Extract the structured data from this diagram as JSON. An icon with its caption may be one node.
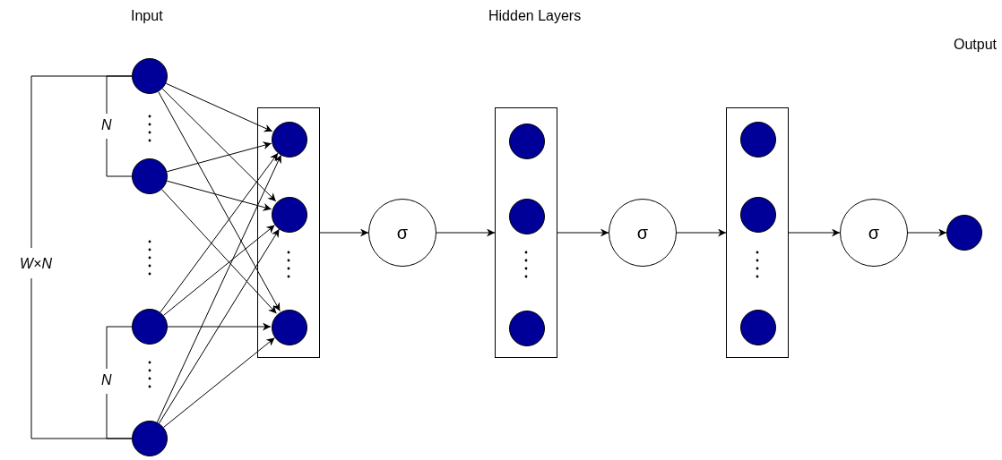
{
  "diagram": {
    "nodes": [
      {
        "text": [],
        "shape": "circle"
      },
      {
        "text": [],
        "shape": "circle"
      },
      {
        "text": [],
        "shape": "circle"
      },
      {
        "text": [],
        "shape": "circle"
      },
      {
        "text": [],
        "shape": "box"
      },
      {
        "text": [],
        "shape": "circle",
        "in": 4
      },
      {
        "text": [],
        "shape": "circle",
        "in": 4
      },
      {
        "text": [],
        "shape": "circle",
        "in": 4
      },
      {
        "text": [
          "σ"
        ]
      },
      {
        "text": [],
        "shape": "box"
      },
      {
        "text": [],
        "shape": "circle",
        "in": 9
      },
      {
        "text": [],
        "shape": "circle",
        "in": 9
      },
      {
        "text": [],
        "shape": "circle",
        "in": 9
      },
      {
        "text": [
          "σ"
        ]
      },
      {
        "text": [],
        "shape": "box"
      },
      {
        "text": [],
        "shape": "circle",
        "in": 14
      },
      {
        "text": [],
        "shape": "circle",
        "in": 14
      },
      {
        "text": [],
        "shape": "circle",
        "in": 14
      },
      {
        "text": [
          "σ"
        ]
      },
      {
        "text": [],
        "shape": "circle"
      }
    ],
    "edges": [
      {
        "from": 0,
        "to": 5,
        "arrow": "to"
      },
      {
        "from": 0,
        "to": 6,
        "arrow": "to"
      },
      {
        "from": 0,
        "to": 7,
        "arrow": "to"
      },
      {
        "from": 1,
        "to": 5,
        "arrow": "to"
      },
      {
        "from": 1,
        "to": 6,
        "arrow": "to"
      },
      {
        "from": 1,
        "to": 7,
        "arrow": "to"
      },
      {
        "from": 2,
        "to": 5,
        "arrow": "to"
      },
      {
        "from": 2,
        "to": 6,
        "arrow": "to"
      },
      {
        "from": 2,
        "to": 7,
        "arrow": "to"
      },
      {
        "from": 3,
        "to": 5,
        "arrow": "to"
      },
      {
        "from": 3,
        "to": 6,
        "arrow": "to"
      },
      {
        "from": 3,
        "to": 7,
        "arrow": "to"
      },
      {
        "from": 4,
        "to": 8,
        "arrow": "to"
      },
      {
        "from": 8,
        "to": 9,
        "arrow": "to"
      },
      {
        "from": 9,
        "to": 13,
        "arrow": "to"
      },
      {
        "from": 13,
        "to": 14,
        "arrow": "to"
      },
      {
        "from": 14,
        "to": 18,
        "arrow": "to"
      },
      {
        "from": 18,
        "to": 19,
        "arrow": "to"
      }
    ],
    "labels": [
      "Input",
      "Hidden Layers",
      "Output",
      "N",
      "W×N",
      "N"
    ]
  }
}
